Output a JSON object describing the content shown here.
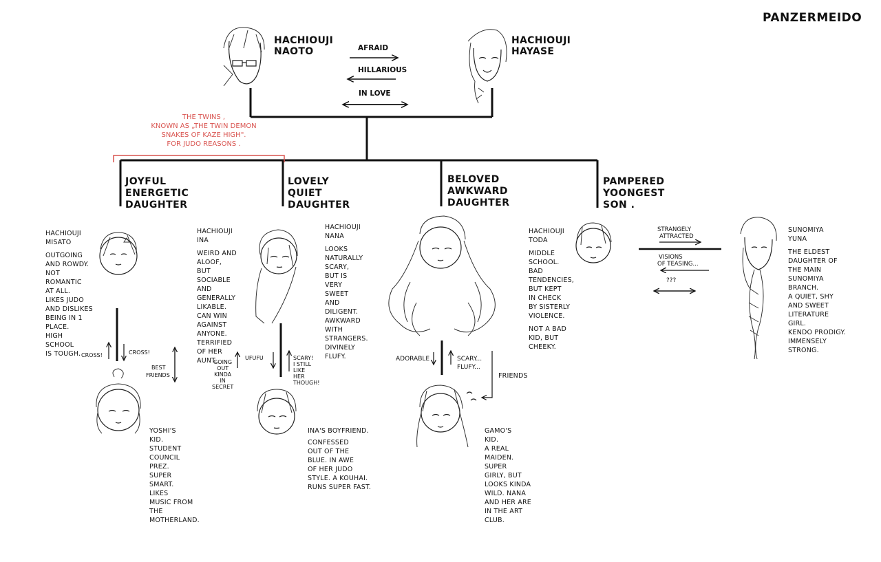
{
  "watermark": "PANZERMEIDO",
  "parents": {
    "father": {
      "line1": "HACHIOUJI",
      "line2": "NAOTO"
    },
    "mother": {
      "line1": "HACHIOUJI",
      "line2": "HAYASE"
    },
    "relations": [
      "AFRAID",
      "HILLARIOUS",
      "IN LOVE"
    ]
  },
  "twins_note": [
    "THE TWINS ,",
    "KNOWN AS „THE TWIN DEMON",
    "SNAKES OF KAZE HIGH\".",
    "FOR JUDO REASONS ."
  ],
  "titles": [
    [
      "JOYFUL",
      "ENERGETIC",
      "DAUGHTER"
    ],
    [
      "LOVELY",
      "QUIET",
      "DAUGHTER"
    ],
    [
      "BELOVED",
      "AWKWARD",
      "DAUGHTER"
    ],
    [
      "PAMPERED",
      "YOONGEST",
      "SON ."
    ]
  ],
  "misato": {
    "name": [
      "HACHIOUJI",
      "MISATO"
    ],
    "desc": [
      "OUTGOING",
      "AND ROWDY.",
      "NOT",
      "ROMANTIC",
      "AT ALL.",
      "LIKES JUDO",
      "AND DISLIKES",
      "BEING IN 1",
      "PLACE.",
      "HIGH",
      "SCHOOL",
      "IS TOUGH."
    ],
    "arrows": [
      "CROSS!",
      "CROSS!",
      "BEST",
      "FRIENDS"
    ]
  },
  "ina": {
    "name": [
      "HACHIOUJI",
      "INA"
    ],
    "desc": [
      "WEIRD AND",
      "ALOOF,",
      "BUT",
      "SOCIABLE",
      "AND",
      "GENERALLY",
      "LIKABLE.",
      "CAN WIN",
      "AGAINST",
      "ANYONE.",
      "TERRIFIED",
      "OF HER",
      "AUNT."
    ],
    "arrows_left": [
      "GOING",
      "OUT",
      "KINDA",
      "IN",
      "SECRET"
    ],
    "ufufu": "UFUFU",
    "arrows_right": [
      "SCARY!",
      "I STILL",
      "LIKE",
      "HER",
      "THOUGH!"
    ]
  },
  "nana": {
    "name": [
      "HACHIOUJI",
      "NANA"
    ],
    "desc": [
      "LOOKS",
      "NATURALLY",
      "SCARY,",
      "BUT IS",
      "VERY",
      "SWEET",
      "AND",
      "DILIGENT.",
      "AWKWARD",
      "WITH",
      "STRANGERS.",
      "DIVINELY",
      "FLUFY."
    ],
    "arrow_left": "ADORABLE",
    "arrow_right": [
      "SCARY...",
      "FLUFY..."
    ],
    "friends": "FRIENDS"
  },
  "toda": {
    "name": [
      "HACHIOUJI",
      "TODA"
    ],
    "desc": [
      "MIDDLE",
      "SCHOOL.",
      "BAD",
      "TENDENCIES,",
      "BUT KEPT",
      "IN CHECK",
      "BY SISTERLY",
      "VIOLENCE.",
      "",
      "NOT A BAD",
      "KID, BUT",
      "CHEEKY."
    ]
  },
  "toda_yuna": [
    "STRANGELY",
    "ATTRACTED",
    "VISIONS",
    "OF TEASING...",
    "???"
  ],
  "yuna": {
    "name": [
      "SUNOMIYA",
      "YUNA"
    ],
    "desc": [
      "THE ELDEST",
      "DAUGHTER OF",
      "THE MAIN",
      "SUNOMIYA",
      "BRANCH.",
      "A QUIET, SHY",
      "AND SWEET",
      "LITERATURE",
      "GIRL.",
      "KENDO PRODIGY.",
      "IMMENSELY",
      "STRONG."
    ]
  },
  "yoshi_kid": [
    "YOSHI'S",
    "KID.",
    "STUDENT",
    "COUNCIL",
    "PREZ.",
    "SUPER",
    "SMART.",
    "LIKES",
    "MUSIC FROM",
    "THE",
    "MOTHERLAND."
  ],
  "ina_bf": [
    "INA'S BOYFRIEND.",
    "CONFESSED",
    "OUT OF THE",
    "BLUE. IN AWE",
    "OF HER JUDO",
    "STYLE. A KOUHAI.",
    "RUNS SUPER FAST."
  ],
  "gamo_kid": [
    "GAMO'S",
    "KID.",
    "A REAL",
    "MAIDEN.",
    "SUPER",
    "GIRLY, BUT",
    "LOOKS KINDA",
    "WILD. NANA",
    "AND HER ARE",
    "IN THE ART",
    "CLUB."
  ]
}
